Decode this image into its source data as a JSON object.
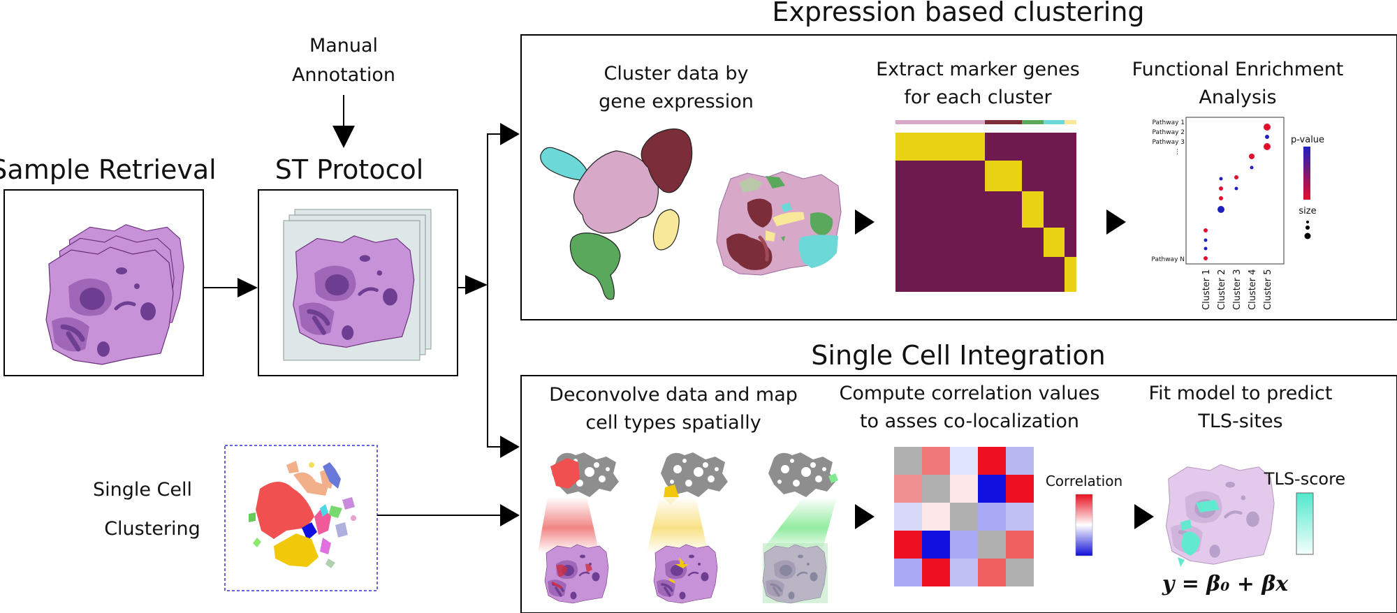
{
  "workflow": {
    "sample_retrieval": {
      "title": "Sample Retrieval"
    },
    "manual_annotation": {
      "line1": "Manual",
      "line2": "Annotation"
    },
    "st_protocol": {
      "title": "ST Protocol"
    },
    "single_cell_clustering": {
      "line1": "Single Cell",
      "line2": "Clustering"
    }
  },
  "expression_clustering": {
    "title": "Expression based clustering",
    "step1": {
      "line1": "Cluster data by",
      "line2": "gene expression"
    },
    "step2": {
      "line1": "Extract marker genes",
      "line2": "for each cluster"
    },
    "step3": {
      "line1": "Functional Enrichment",
      "line2": "Analysis"
    },
    "cluster_colors": [
      "#d8a8c8",
      "#7b2d3a",
      "#5aa85c",
      "#6cd8d8",
      "#f7e89a"
    ]
  },
  "enrichment_plot": {
    "pathways": [
      "Pathway 1",
      "Pathway 2",
      "Pathway 3",
      "⋮",
      "Pathway N"
    ],
    "clusters": [
      "Cluster 1",
      "Cluster 2",
      "Cluster 3",
      "Cluster 4",
      "Cluster 5"
    ],
    "pvalue_label": "p-value",
    "size_label": "size"
  },
  "single_cell_integration": {
    "title": "Single Cell Integration",
    "step1": {
      "line1": "Deconvolve data and map",
      "line2": "cell types spatially"
    },
    "step2": {
      "line1": "Compute correlation values",
      "line2": "to asses co-localization"
    },
    "step3": {
      "line1": "Fit model to predict",
      "line2": "TLS-sites"
    },
    "correlation_label": "Correlation",
    "tls_label": "TLS-score",
    "equation": "y = β₀ + βx"
  }
}
